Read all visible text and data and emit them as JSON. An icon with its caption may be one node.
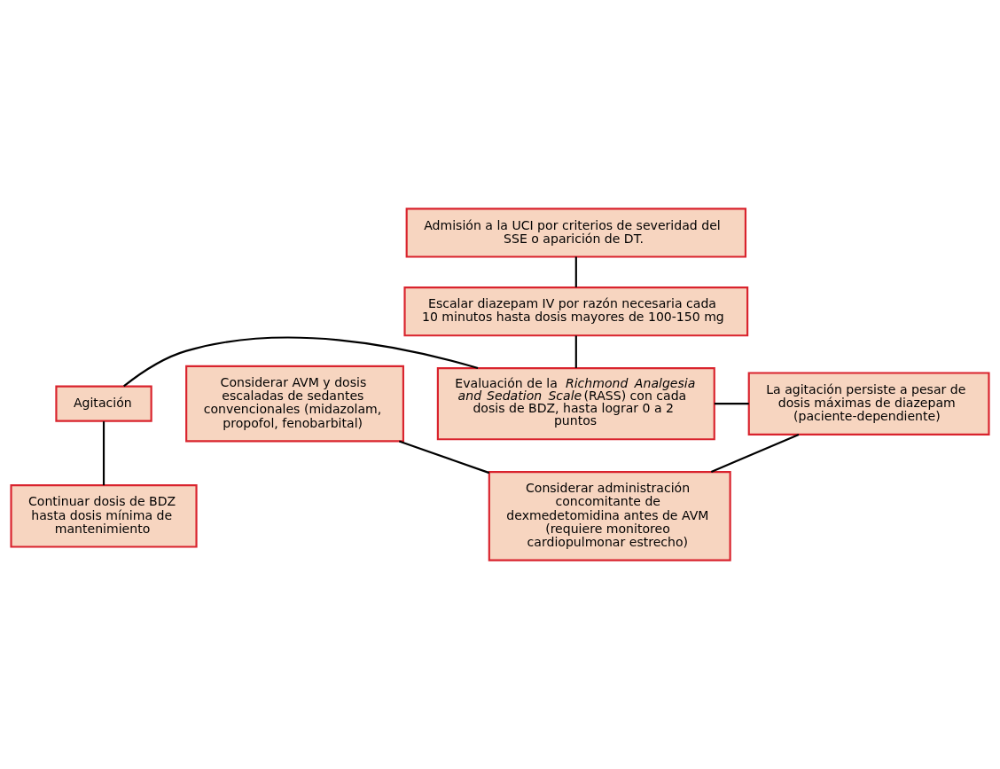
{
  "diagram": {
    "nodes": [
      {
        "text": [
          "Admisión a la UCI por criterios de severidad del SSE o aparición de DT."
        ]
      },
      {
        "text": [
          "Escalar diazepam IV por razón necesaria cada 10 minutos hasta dosis mayores de 100-150 mg"
        ]
      },
      {
        "text": [
          "Evaluación de la *Richmond Analgesia and Sedation Scale* (RASS) con cada dosis de BDZ, hasta lograr 0 a 2 puntos"
        ]
      },
      {
        "text": [
          "Agitación"
        ]
      },
      {
        "text": [
          "Continuar dosis de BDZ hasta dosis mínima de mantenimiento"
        ]
      },
      {
        "text": [
          "La agitación persiste a pesar de dosis máximas de diazepam (paciente-dependiente)"
        ]
      },
      {
        "text": [
          "Considerar administración concomitante de dexmedetomidina antes de AVM (requiere monitoreo cardiopulmonar estrecho)"
        ]
      },
      {
        "text": [
          "Considerar AVM y dosis escaladas de sedantes convencionales (midazolam, propofol, fenobarbital)"
        ]
      }
    ],
    "edges": [
      {
        "from": 0,
        "to": 1,
        "arrow": "none"
      },
      {
        "from": 1,
        "to": 2,
        "arrow": "none"
      },
      {
        "from": 3,
        "to": 2,
        "arrow": "none"
      },
      {
        "from": 3,
        "to": 4,
        "arrow": "none"
      },
      {
        "from": 2,
        "to": 5,
        "arrow": "none"
      },
      {
        "from": 5,
        "to": 6,
        "arrow": "none"
      },
      {
        "from": 7,
        "to": 6,
        "arrow": "none"
      }
    ]
  }
}
